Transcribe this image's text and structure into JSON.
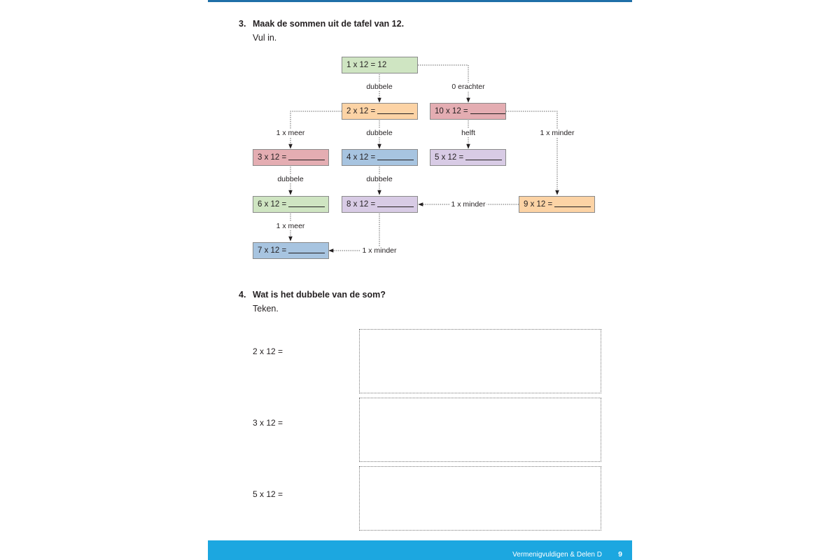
{
  "question3": {
    "number": "3.",
    "title": "Maak de sommen uit de tafel van 12.",
    "instruction": "Vul in.",
    "boxes": {
      "b1": "1 x 12 = 12",
      "b2": "2 x 12 =",
      "b10": "10 x 12 =",
      "b3": "3 x 12 =",
      "b4": "4 x 12 =",
      "b5": "5 x 12 =",
      "b6": "6 x 12 =",
      "b8": "8 x 12 =",
      "b9": "9 x 12 =",
      "b7": "7 x 12 ="
    },
    "labels": {
      "dubbele": "dubbele",
      "nul_erachter": "0 erachter",
      "een_meer": "1 x meer",
      "helft": "helft",
      "een_minder": "1 x minder"
    }
  },
  "question4": {
    "number": "4.",
    "title": "Wat is het dubbele van de som?",
    "instruction": "Teken.",
    "rows": [
      "2 x 12 =",
      "3 x 12 =",
      "5 x 12 ="
    ]
  },
  "footer": {
    "title": "Vermenigvuldigen & Delen D",
    "page": "9"
  },
  "colors": {
    "green": "#cfe5c2",
    "orange": "#fcd3a5",
    "red": "#e4adb2",
    "blue": "#a7c4e0",
    "purple": "#d8cbe5",
    "footer": "#1ca7e0"
  }
}
